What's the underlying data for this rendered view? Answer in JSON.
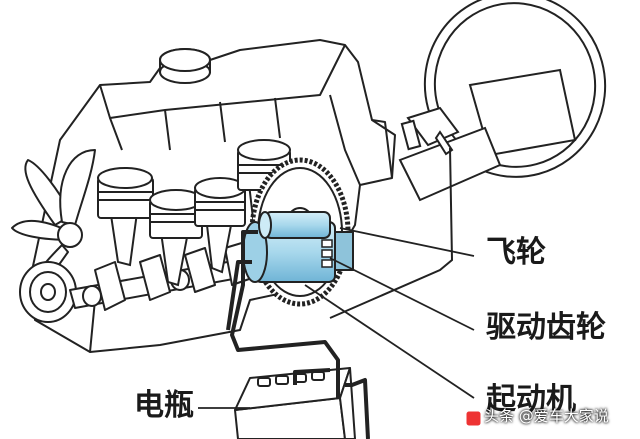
{
  "labels": {
    "flywheel": "飞轮",
    "drive_pinion": "驱动齿轮",
    "starter_motor": "起动机",
    "battery": "电瓶"
  },
  "watermark": "头条 @爱车大家说",
  "colors": {
    "line": "#222222",
    "starter_body": "#a8d8ec",
    "starter_shade": "#6fb4d6",
    "background": "#ffffff"
  },
  "icons": {
    "watermark_logo": "toutiao-logo"
  }
}
